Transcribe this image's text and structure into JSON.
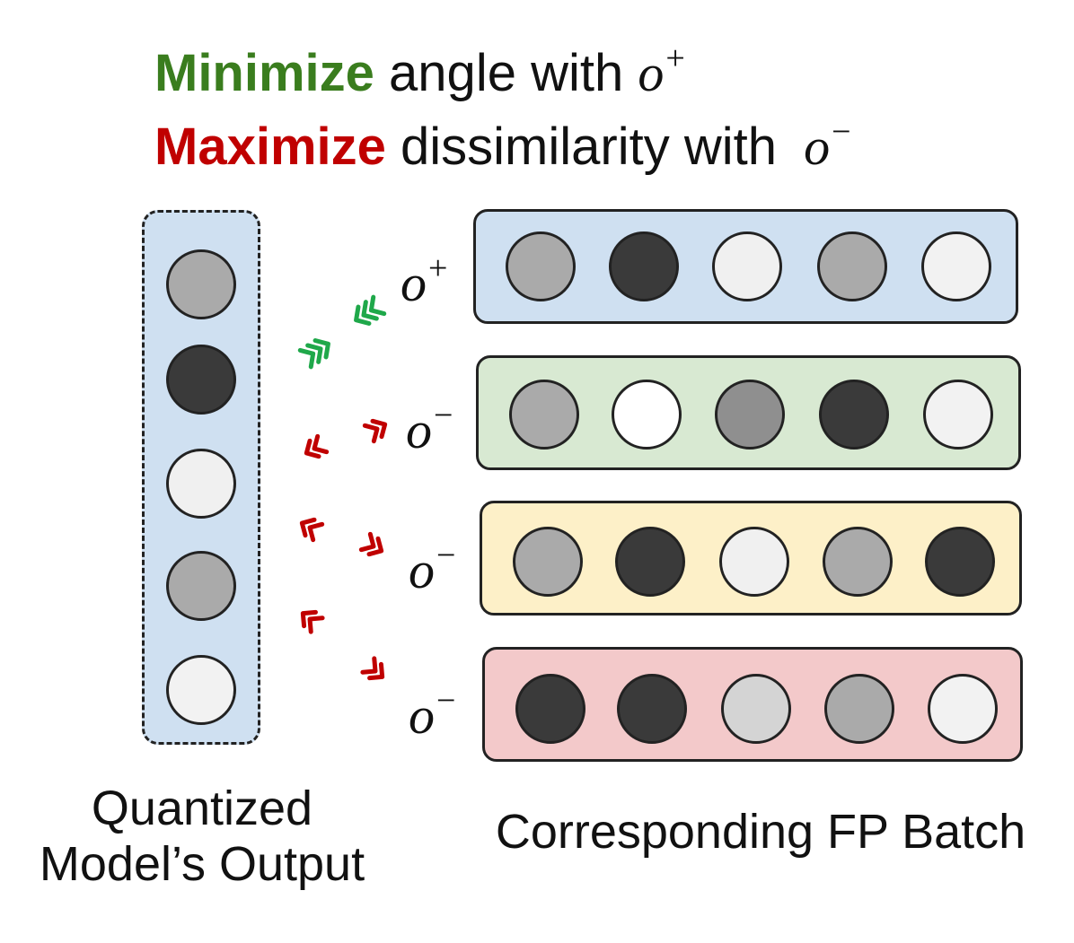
{
  "legend": {
    "minimize_keyword": "Minimize",
    "minimize_text": "angle with",
    "maximize_keyword": "Maximize",
    "maximize_text": "dissimilarity with",
    "positive_symbol": "o",
    "positive_superscript": "+",
    "negative_symbol": "o",
    "negative_superscript": "−",
    "minimize_color": "#3a7d1e",
    "maximize_color": "#c00000"
  },
  "quantized_output": {
    "caption_line1": "Quantized",
    "caption_line2": "Model’s Output",
    "panel_color": "#cfe0f1",
    "nodes": [
      "#aaaaaa",
      "#3a3a3a",
      "#f0f0f0",
      "#aaaaaa",
      "#f2f2f2"
    ]
  },
  "fp_batch": {
    "caption": "Corresponding FP Batch",
    "rows": [
      {
        "symbol": "o",
        "superscript": "+",
        "color": "#cfe0f1",
        "nodes": [
          "#aaaaaa",
          "#3a3a3a",
          "#f0f0f0",
          "#aaaaaa",
          "#f2f2f2"
        ]
      },
      {
        "symbol": "o",
        "superscript": "−",
        "color": "#d8e9d2",
        "nodes": [
          "#aaaaaa",
          "#ffffff",
          "#8f8f8f",
          "#3a3a3a",
          "#f2f2f2"
        ]
      },
      {
        "symbol": "o",
        "superscript": "−",
        "color": "#fdf0c8",
        "nodes": [
          "#aaaaaa",
          "#3a3a3a",
          "#f0f0f0",
          "#aaaaaa",
          "#3a3a3a"
        ]
      },
      {
        "symbol": "o",
        "superscript": "−",
        "color": "#f3c9ca",
        "nodes": [
          "#3a3a3a",
          "#3a3a3a",
          "#d4d4d4",
          "#aaaaaa",
          "#f2f2f2"
        ]
      }
    ]
  },
  "arrow_colors": {
    "attract": "#1fa84a",
    "repel": "#c00000"
  }
}
